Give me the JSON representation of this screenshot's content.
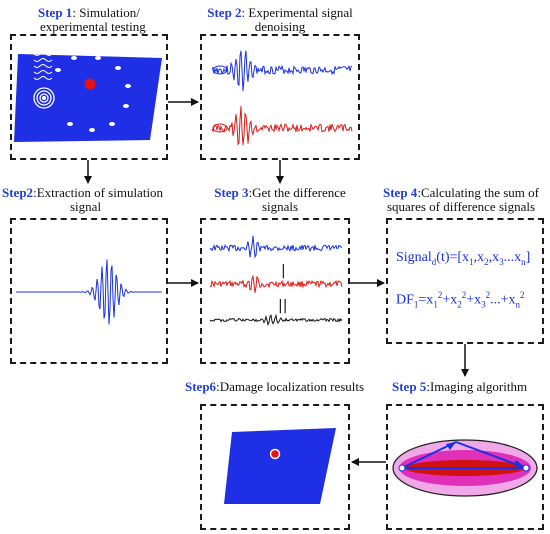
{
  "steps": {
    "s1": {
      "step": "Step 1",
      "sep": ": ",
      "text1": "Simulation/",
      "text2": "experimental testing"
    },
    "s2a": {
      "step": "Step 2",
      "sep": ": ",
      "text1": "Experimental signal",
      "text2": "denoising"
    },
    "s2b": {
      "step": "Step2",
      "sep": ":",
      "text1": "Extraction of simulation",
      "text2": "signal"
    },
    "s3": {
      "step": "Step 3",
      "sep": ":",
      "text1": "Get the difference",
      "text2": "signals"
    },
    "s4": {
      "step": "Step 4",
      "sep": ":",
      "text1": "Calculating the sum of",
      "text2": "squares of difference signals"
    },
    "s5": {
      "step": "Step 5",
      "sep": ":",
      "text1": "Imaging algorithm"
    },
    "s6": {
      "step": "Step6",
      "sep": ":",
      "text1": "Damage localization  results"
    }
  },
  "formula1": {
    "a": "Signal",
    "sub": "d",
    "b": "(t)=[x",
    "s1": "1",
    "c": ",x",
    "s2": "2",
    "d": ",x",
    "s3": "3",
    "e": "...x",
    "sn": "n",
    "f": "]"
  },
  "formula2": {
    "a": "DF",
    "sub": "1",
    "b": "=x",
    "s1": "1",
    "p1": "2",
    "c": "+x",
    "s2": "2",
    "p2": "2",
    "d": "+x",
    "s3": "3",
    "p3": "2",
    "e": "...+x",
    "sn": "n",
    "pn": "2"
  },
  "equals": {
    "single": "|",
    "double": "||"
  },
  "colors": {
    "step": "#1f3fd6",
    "plate": "#1f2fe6",
    "signal_blue": "#1830e8",
    "signal_red": "#e01818",
    "signal_black": "#111111",
    "damage": "#e81010",
    "ellipse_outer": "#f0a8e8",
    "ellipse_mid": "#e02fb8"
  }
}
